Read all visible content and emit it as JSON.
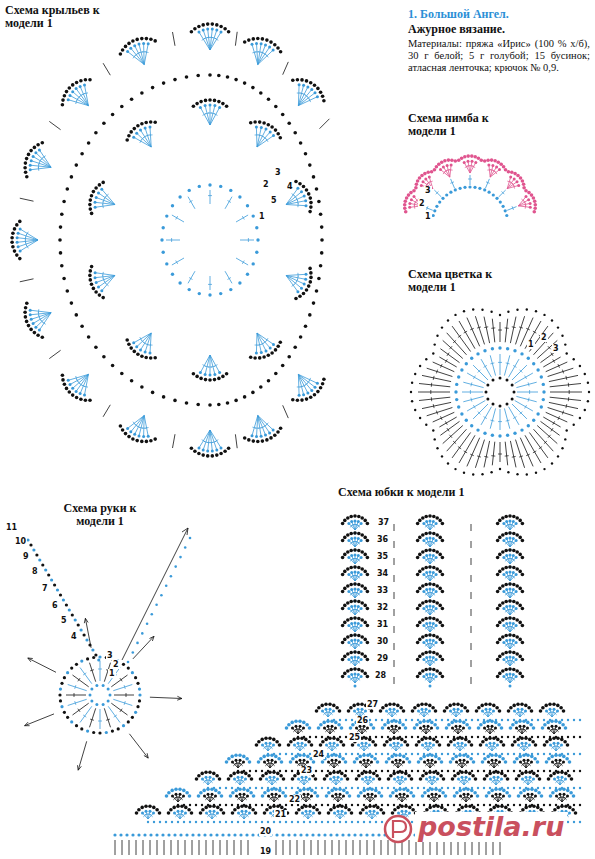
{
  "diagram": {
    "title": "1. Большой Ангел.",
    "labels": [
      "Схема крыльев к модели 1",
      "Ажурное вязание.",
      "Материалы: пряжа «Ирис» (100 % х/б), 30 г белой; 5 г голубой; 15 бусинок; атласная ленточка; крючок № 0,9.",
      "Схема нимба к модели 1",
      "Схема цветка к модели 1",
      "Схема руки к модели 1",
      "Схема юбки к модели 1",
      "1",
      "2",
      "3",
      "4",
      "5",
      "1",
      "2",
      "3",
      "1",
      "2",
      "3",
      "11",
      "10",
      "9",
      "8",
      "7",
      "6",
      "5",
      "4",
      "3",
      "2",
      "1",
      "37",
      "36",
      "35",
      "34",
      "33",
      "32",
      "31",
      "30",
      "29",
      "28",
      "27",
      "26",
      "25",
      "24",
      "23",
      "22",
      "21",
      "20",
      "19",
      "postila.ru"
    ]
  }
}
